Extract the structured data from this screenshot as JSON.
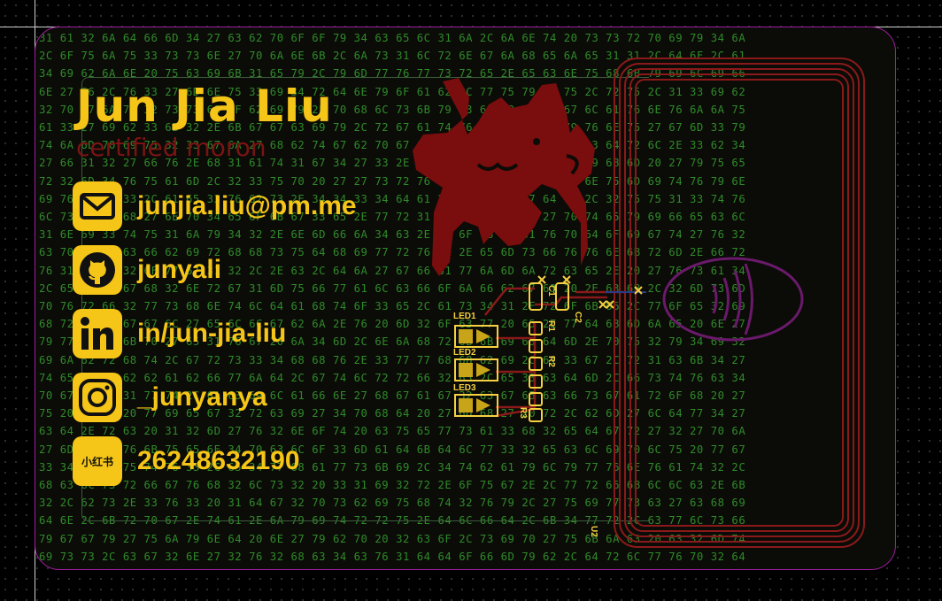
{
  "card": {
    "name": "Jun Jia Liu",
    "tagline": "certified moron",
    "contacts": [
      {
        "icon": "mail-icon",
        "label": "junjia.liu@pm.me"
      },
      {
        "icon": "github-icon",
        "label": "junyali"
      },
      {
        "icon": "linkedin-icon",
        "label": "in/jun-jia-liu"
      },
      {
        "icon": "instagram-icon",
        "label": "_junyanya"
      },
      {
        "icon": "xiaohongshu-icon",
        "label": "26248632190",
        "badge_text": "小红书"
      }
    ]
  },
  "components": {
    "leds": [
      "LED1",
      "LED2",
      "LED3"
    ],
    "resistors": [
      "R1",
      "R2",
      "R3"
    ],
    "capacitors": [
      "C1",
      "C2"
    ],
    "chip": "U2"
  },
  "colors": {
    "background": "#000000",
    "board_edge": "#a020a0",
    "silkscreen": "#f5c518",
    "copper": "#7a1414",
    "hex_text": "#2f8a2a",
    "pad": "#f5d040"
  }
}
